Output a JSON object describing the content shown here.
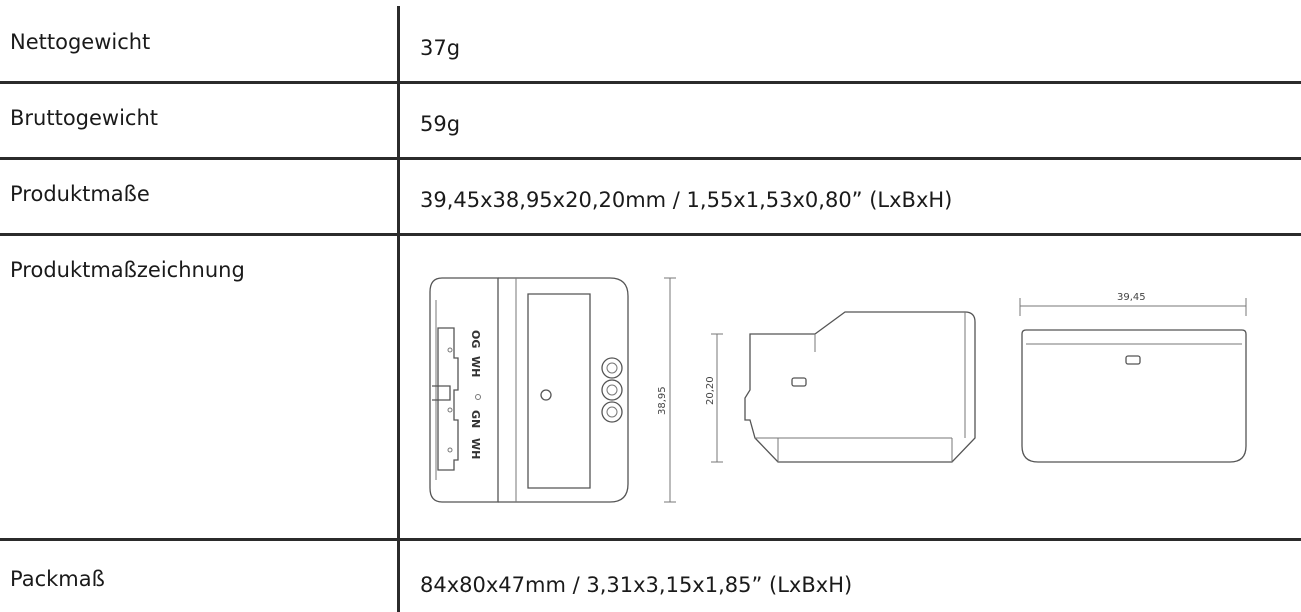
{
  "rows": [
    {
      "label": "Nettogewicht",
      "value": "37g"
    },
    {
      "label": "Bruttogewicht",
      "value": "59g"
    },
    {
      "label": "Produktmaße",
      "value": "39,45x38,95x20,20mm / 1,55x1,53x0,80” (LxBxH)"
    },
    {
      "label": "Produktmaßzeichnung",
      "value": ""
    },
    {
      "label": "Packmaß",
      "value": "84x80x47mm / 3,31x3,15x1,85” (LxBxH)"
    }
  ],
  "drawing": {
    "wire_labels": [
      "OG",
      "WH",
      "GN",
      "WH"
    ],
    "dimension_width": "38,95",
    "dimension_height": "20,20",
    "dimension_length": "39,45"
  }
}
